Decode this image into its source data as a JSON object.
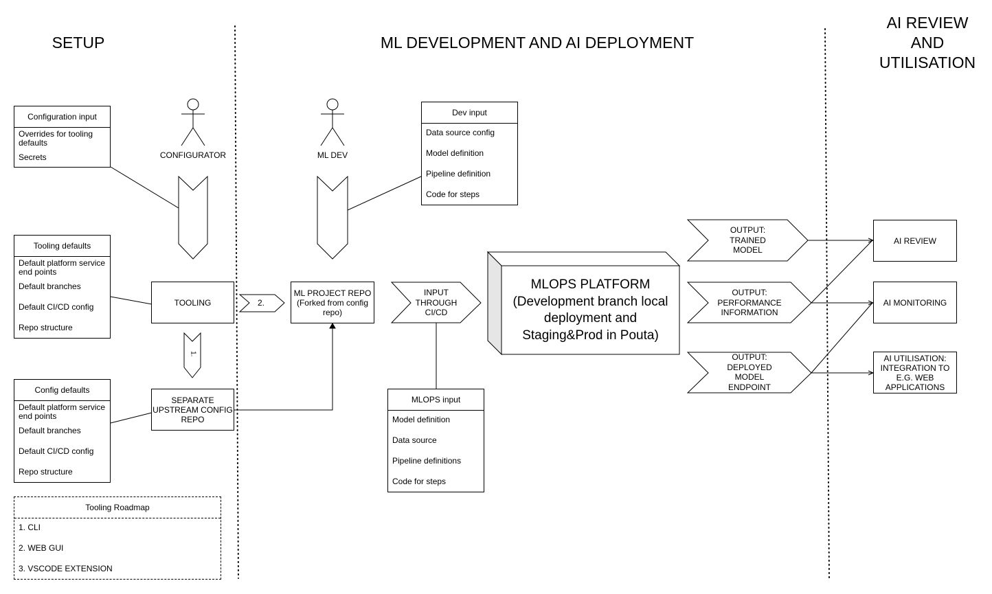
{
  "sections": {
    "setup": "SETUP",
    "ml_dev": "ML DEVELOPMENT AND AI DEPLOYMENT",
    "ai_review": "AI REVIEW\nAND\nUTILISATION"
  },
  "actors": {
    "configurator": "CONFIGURATOR",
    "ml_dev": "ML DEV"
  },
  "configuration_input": {
    "title": "Configuration input",
    "items": [
      "Overrides for tooling defaults",
      "Secrets"
    ]
  },
  "tooling_defaults": {
    "title": "Tooling defaults",
    "items": [
      "Default platform service end points",
      "Default branches",
      "Default CI/CD config",
      "Repo structure"
    ]
  },
  "config_defaults": {
    "title": "Config defaults",
    "items": [
      "Default platform service end points",
      "Default branches",
      "Default CI/CD config",
      "Repo structure"
    ]
  },
  "tooling_roadmap": {
    "title": "Tooling Roadmap",
    "items": [
      "1. CLI",
      "2. WEB GUI",
      "3. VSCODE EXTENSION"
    ]
  },
  "dev_input": {
    "title": "Dev input",
    "items": [
      "Data source config",
      "Model definition",
      "Pipeline definition",
      "Code for steps"
    ]
  },
  "mlops_input": {
    "title": "MLOPS input",
    "items": [
      "Model definition",
      "Data source",
      "Pipeline definitions",
      "Code for steps"
    ]
  },
  "nodes": {
    "tooling": "TOOLING",
    "upstream_repo": "SEPARATE\nUPSTREAM CONFIG\nREPO",
    "ml_project_repo": "ML PROJECT REPO\n(Forked from config\nrepo)",
    "input_cicd": "INPUT\nTHROUGH\nCI/CD",
    "mlops_platform": "MLOPS PLATFORM\n(Development branch local\ndeployment and\nStaging&Prod in Pouta)",
    "output_trained": "OUTPUT:\nTRAINED\nMODEL",
    "output_performance": "OUTPUT:\nPERFORMANCE\nINFORMATION",
    "output_deployed": "OUTPUT:\nDEPLOYED\nMODEL\nENDPOINT",
    "ai_review": "AI REVIEW",
    "ai_monitoring": "AI MONITORING",
    "ai_utilisation": "AI UTILISATION:\nINTEGRATION TO\nE.G. WEB\nAPPLICATIONS"
  },
  "step_labels": {
    "step1": "1.",
    "step2": "2."
  }
}
